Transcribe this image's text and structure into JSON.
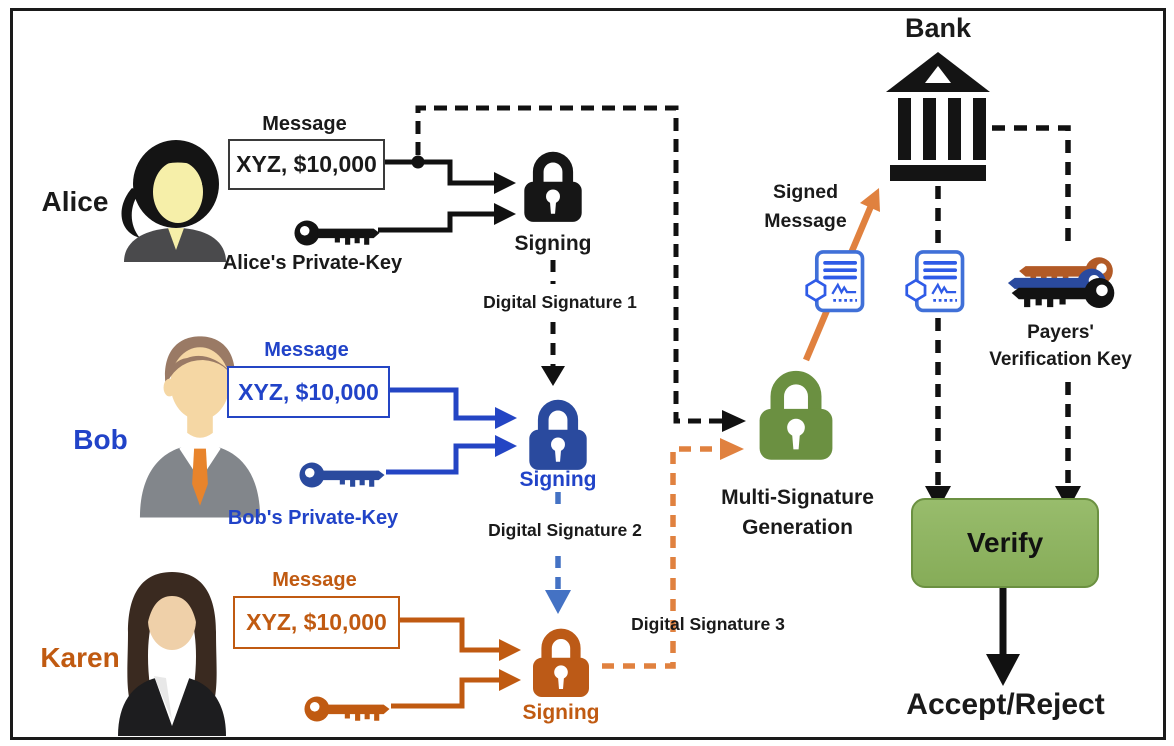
{
  "actors": [
    {
      "name": "Alice",
      "message_label": "Message",
      "message_value": "XYZ, $10,000",
      "key_label": "Alice's Private-Key",
      "signing_label": "Signing",
      "signature_label": "Digital Signature 1",
      "color": "#1a1a1a",
      "lock_color": "#161616"
    },
    {
      "name": "Bob",
      "message_label": "Message",
      "message_value": "XYZ, $10,000",
      "key_label": "Bob's Private-Key",
      "signing_label": "Signing",
      "signature_label": "Digital Signature 2",
      "color": "#2143C8",
      "lock_color": "#2A4A9E"
    },
    {
      "name": "Karen",
      "message_label": "Message",
      "message_value": "XYZ, $10,000",
      "signing_label": "Signing",
      "signature_label": "Digital Signature 3",
      "color": "#C05A11",
      "lock_color": "#BC5A17"
    }
  ],
  "multisig": {
    "line1": "Multi-Signature",
    "line2": "Generation",
    "lock_color": "#6B9041"
  },
  "bank": {
    "label": "Bank"
  },
  "signed_message": {
    "line1": "Signed",
    "line2": "Message"
  },
  "payers_key": {
    "line1": "Payers'",
    "line2": "Verification Key"
  },
  "verify": {
    "label": "Verify",
    "fill": "#8FB463",
    "border": "#6B9041"
  },
  "result": {
    "label": "Accept/Reject"
  },
  "colors": {
    "black_line": "#111111",
    "bob_line": "#2445C4",
    "ds2_dashed": "#4472C4",
    "karen_line": "#C05A11",
    "orange_dashed": "#E0813F",
    "doc_outline": "#4070D8"
  },
  "icons": {
    "lock": "padlock-icon",
    "key": "key-icon",
    "bank": "bank-building-icon",
    "document": "signed-document-icon",
    "keys_cluster": "verification-keys-icon"
  }
}
